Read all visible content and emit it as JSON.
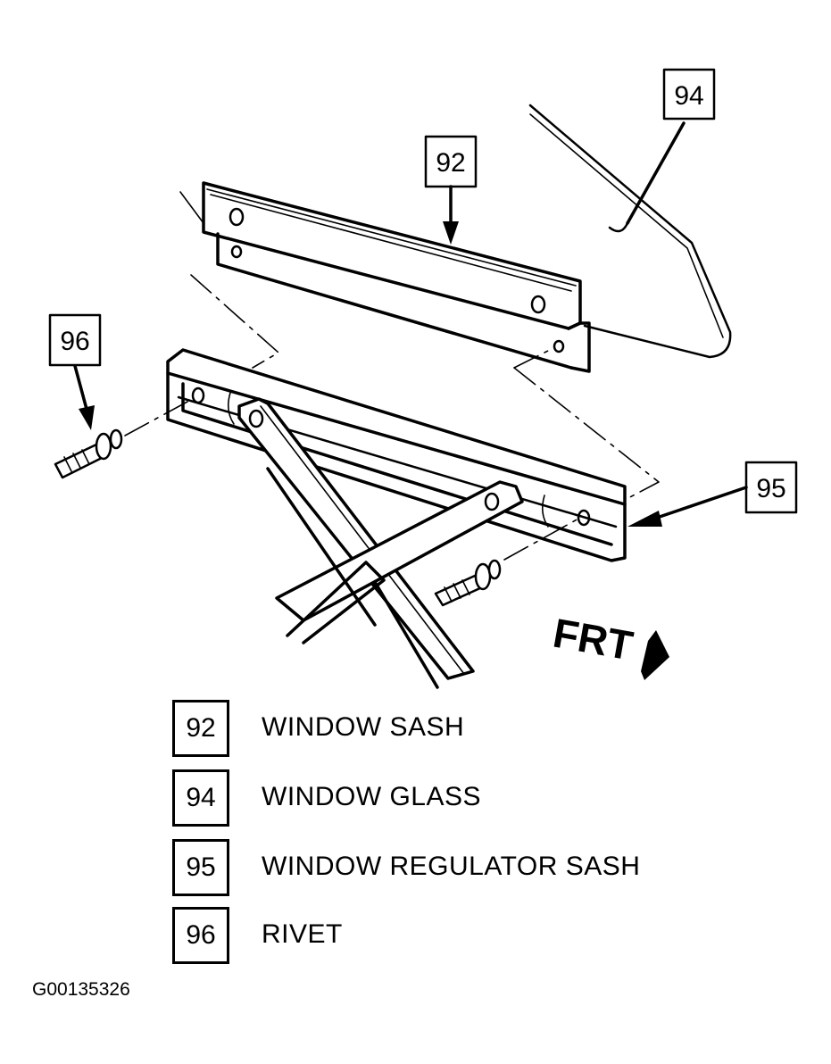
{
  "diagram": {
    "title": "Window Sash and Regulator Sash Assembly",
    "callouts": [
      {
        "id": "92",
        "label": "92"
      },
      {
        "id": "94",
        "label": "94"
      },
      {
        "id": "95",
        "label": "95"
      },
      {
        "id": "96",
        "label": "96"
      }
    ],
    "direction_indicator": {
      "label": "FRT",
      "icon": "front-direction-arrow-icon"
    }
  },
  "legend": [
    {
      "number": "92",
      "description": "WINDOW SASH"
    },
    {
      "number": "94",
      "description": "WINDOW GLASS"
    },
    {
      "number": "95",
      "description": "WINDOW REGULATOR SASH"
    },
    {
      "number": "96",
      "description": "RIVET"
    }
  ],
  "figure_id": "G00135326"
}
